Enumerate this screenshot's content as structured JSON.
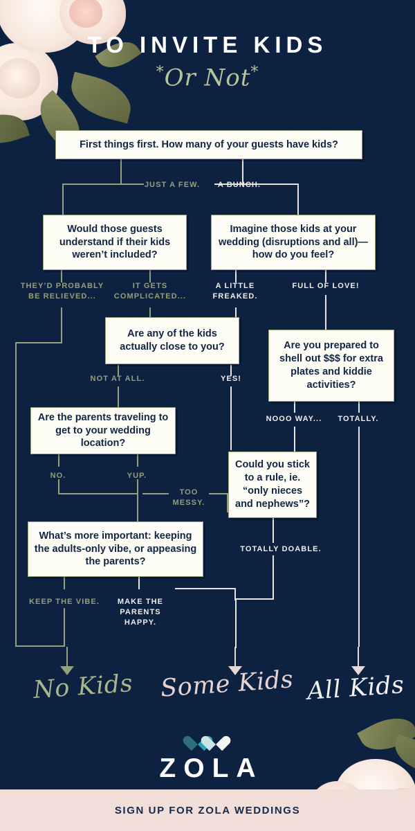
{
  "meta": {
    "background_color": "#0d2140",
    "box_fill": "#fdfdf6",
    "box_border": "#9aa47e",
    "sage": "#93a07a",
    "offwhite": "#e9e4e0",
    "blush": "#f2ded9",
    "navy_text": "#122545"
  },
  "header": {
    "title": "TO INVITE KIDS",
    "subtitle": "Or Not",
    "asterisk": "*"
  },
  "boxes": [
    {
      "id": "q1",
      "text": "First things first. How many of your guests have kids?"
    },
    {
      "id": "q2",
      "text": "Would those guests understand if their kids weren’t included?"
    },
    {
      "id": "q3",
      "text": "Imagine those kids at your wedding (disruptions and all)—how do you feel?"
    },
    {
      "id": "q4",
      "text": "Are any of the kids actually close to you?"
    },
    {
      "id": "q5",
      "text": "Are you prepared to shell out $$$ for extra plates and kiddie activities?"
    },
    {
      "id": "q6",
      "text": "Are the parents traveling to get to your wedding location?"
    },
    {
      "id": "q7",
      "text": "Could you stick to a rule, ie. “only nieces and nephews”?"
    },
    {
      "id": "q8",
      "text": "What’s more important: keeping the adults-only vibe, or appeasing the parents?"
    }
  ],
  "labels": {
    "just_a_few": "JUST A FEW.",
    "a_bunch": "A BUNCH.",
    "theyd_probably_be_relieved": "THEY’D PROBABLY BE RELIEVED...",
    "it_gets_complicated": "IT GETS COMPLICATED...",
    "a_little_freaked": "A LITTLE FREAKED.",
    "full_of_love": "FULL OF LOVE!",
    "not_at_all": "NOT AT ALL.",
    "yes": "YES!",
    "nooo_way": "NOOO WAY...",
    "totally": "TOTALLY.",
    "no": "NO.",
    "yup": "YUP.",
    "too_messy": "TOO MESSY.",
    "totally_doable": "TOTALLY DOABLE.",
    "keep_the_vibe": "KEEP THE VIBE.",
    "make_the_parents_happy": "MAKE THE PARENTS HAPPY."
  },
  "outcomes": [
    {
      "id": "no-kids",
      "text": "No Kids",
      "color": "#a9b58c"
    },
    {
      "id": "some-kids",
      "text": "Some Kids",
      "color": "#e7d4d2"
    },
    {
      "id": "all-kids",
      "text": "All Kids",
      "color": "#f2f2f0"
    }
  ],
  "brand": {
    "wordmark": "ZOLA",
    "heart_left_color": "#2f6d80",
    "heart_left_inner_color": "#2aa3b8",
    "heart_right_color": "#cfe3e6",
    "heart_right_inner_color": "#f2f4f2"
  },
  "footer": {
    "cta": "SIGN UP FOR ZOLA WEDDINGS"
  },
  "chart_data": {
    "type": "diagram",
    "title": "To Invite Kids *Or Not*",
    "nodes": [
      "First things first. How many of your guests have kids?",
      "Would those guests understand if their kids weren’t included?",
      "Imagine those kids at your wedding (disruptions and all)—how do you feel?",
      "Are any of the kids actually close to you?",
      "Are you prepared to shell out $$$ for extra plates and kiddie activities?",
      "Are the parents traveling to get to your wedding location?",
      "Could you stick to a rule, ie. “only nieces and nephews”?",
      "What’s more important: keeping the adults-only vibe, or appeasing the parents?",
      "No Kids",
      "Some Kids",
      "All Kids"
    ],
    "edges": [
      {
        "from": "q1",
        "to": "q2",
        "label": "JUST A FEW."
      },
      {
        "from": "q1",
        "to": "q3",
        "label": "A BUNCH."
      },
      {
        "from": "q2",
        "to": "no-kids",
        "label": "THEY’D PROBABLY BE RELIEVED..."
      },
      {
        "from": "q2",
        "to": "q4",
        "label": "IT GETS COMPLICATED..."
      },
      {
        "from": "q3",
        "to": "q4",
        "label": "A LITTLE FREAKED."
      },
      {
        "from": "q3",
        "to": "q5",
        "label": "FULL OF LOVE!"
      },
      {
        "from": "q4",
        "to": "q6",
        "label": "NOT AT ALL."
      },
      {
        "from": "q4",
        "to": "q7",
        "label": "YES!"
      },
      {
        "from": "q5",
        "to": "q7",
        "label": "NOOO WAY..."
      },
      {
        "from": "q5",
        "to": "all-kids",
        "label": "TOTALLY."
      },
      {
        "from": "q6",
        "to": "q8",
        "label": "NO."
      },
      {
        "from": "q6",
        "to": "q8",
        "label": "YUP."
      },
      {
        "from": "q6",
        "to": "q7",
        "label": "TOO MESSY."
      },
      {
        "from": "q7",
        "to": "some-kids",
        "label": "TOTALLY DOABLE."
      },
      {
        "from": "q8",
        "to": "no-kids",
        "label": "KEEP THE VIBE."
      },
      {
        "from": "q8",
        "to": "some-kids",
        "label": "MAKE THE PARENTS HAPPY."
      }
    ]
  }
}
